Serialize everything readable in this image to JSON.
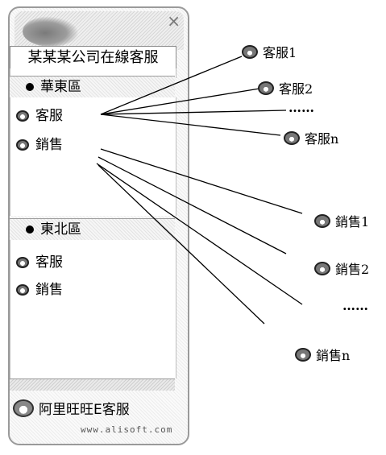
{
  "panel": {
    "close_glyph": "×",
    "company_title": "某某某公司在線客服",
    "regions": [
      {
        "name": "華東區",
        "items": [
          "客服",
          "銷售"
        ]
      },
      {
        "name": "東北區",
        "items": [
          "客服",
          "銷售"
        ]
      }
    ],
    "footer_brand": "阿里旺旺E客服",
    "footer_url": "www.alisoft.com"
  },
  "labels": {
    "kefu": [
      "客服1",
      "客服2",
      "……",
      "客服n"
    ],
    "xiaoshou": [
      "銷售1",
      "銷售2",
      "……",
      "銷售n"
    ]
  }
}
